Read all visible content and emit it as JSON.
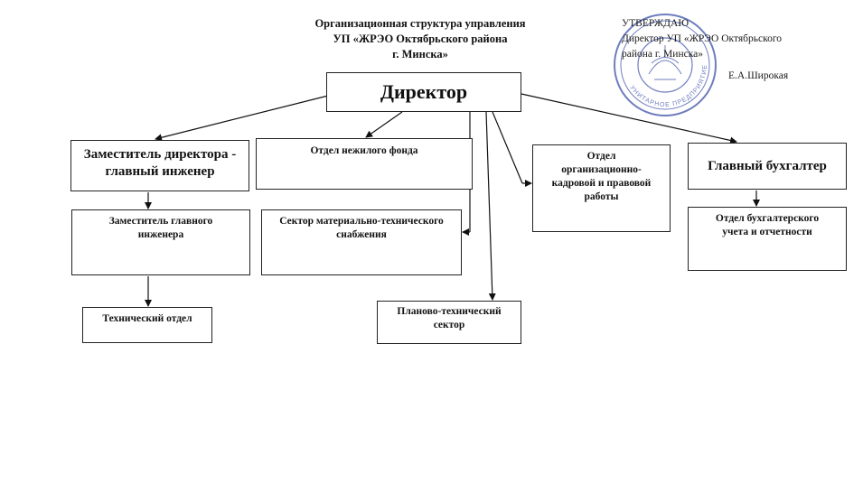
{
  "header": {
    "title_lines": [
      "Организационная структура управления",
      "УП «ЖРЭО Октябрьского района",
      "г. Минска»"
    ]
  },
  "approval": {
    "lines": [
      "УТВЕРЖДАЮ",
      "Директор УП «ЖРЭО Октябрьского",
      "района г. Минска»"
    ],
    "signature": "Е.А.Широкая",
    "stamp_text": "УНИТАРНОЕ ПРЕДПРИЯТИЕ"
  },
  "colors": {
    "ink": "#111111",
    "stamp": "#2a3fa0"
  },
  "org": {
    "director": "Директор",
    "deputy_chief_engineer": [
      "Заместитель директора -",
      "главный инженер"
    ],
    "nonresidential_dept": [
      "Отдел нежилого фонда"
    ],
    "hr_legal_dept": [
      "Отдел",
      "организационно-",
      "кадровой и правовой",
      "работы"
    ],
    "chief_accountant": [
      "Главный бухгалтер"
    ],
    "deputy_engineer": [
      "Заместитель главного",
      "инженера"
    ],
    "supply_sector": [
      "Сектор материально-технического",
      "снабжения"
    ],
    "accounting_dept": [
      "Отдел бухгалтерского",
      "учета и отчетности"
    ],
    "technical_dept": [
      "Технический отдел"
    ],
    "planning_sector": [
      "Планово-технический",
      "сектор"
    ]
  }
}
